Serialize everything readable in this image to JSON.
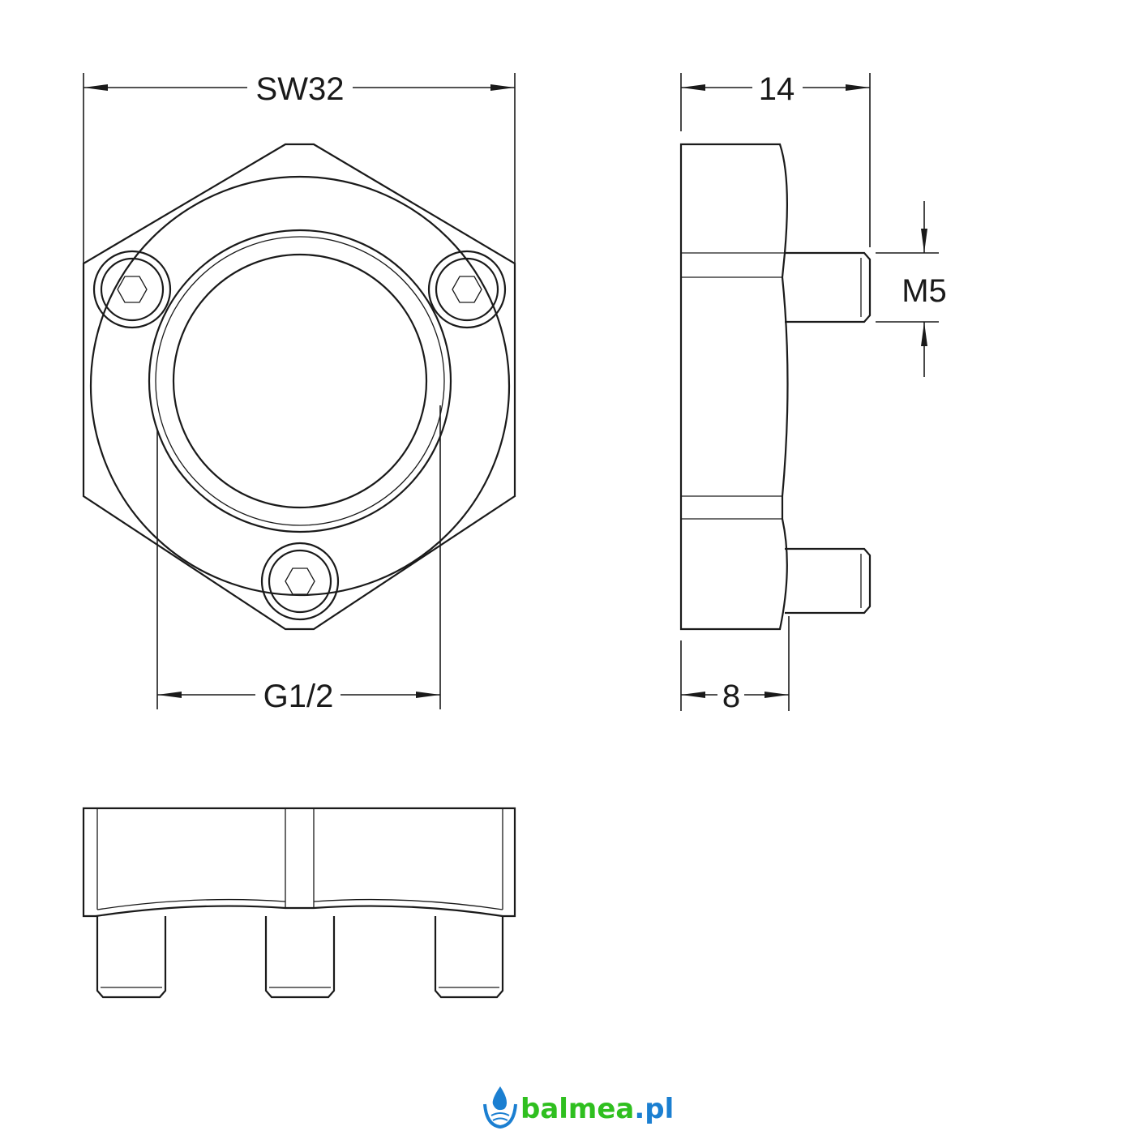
{
  "dimensions": {
    "width_across_flats": "SW32",
    "thread": "G1/2",
    "total_depth": "14",
    "body_depth": "8",
    "stud_thread": "M5"
  },
  "logo": {
    "name": "balmea",
    "tld": ".pl"
  },
  "colors": {
    "line": "#1a1a1a",
    "logo_green": "#2fbf1f",
    "logo_blue": "#1b7fd1"
  }
}
